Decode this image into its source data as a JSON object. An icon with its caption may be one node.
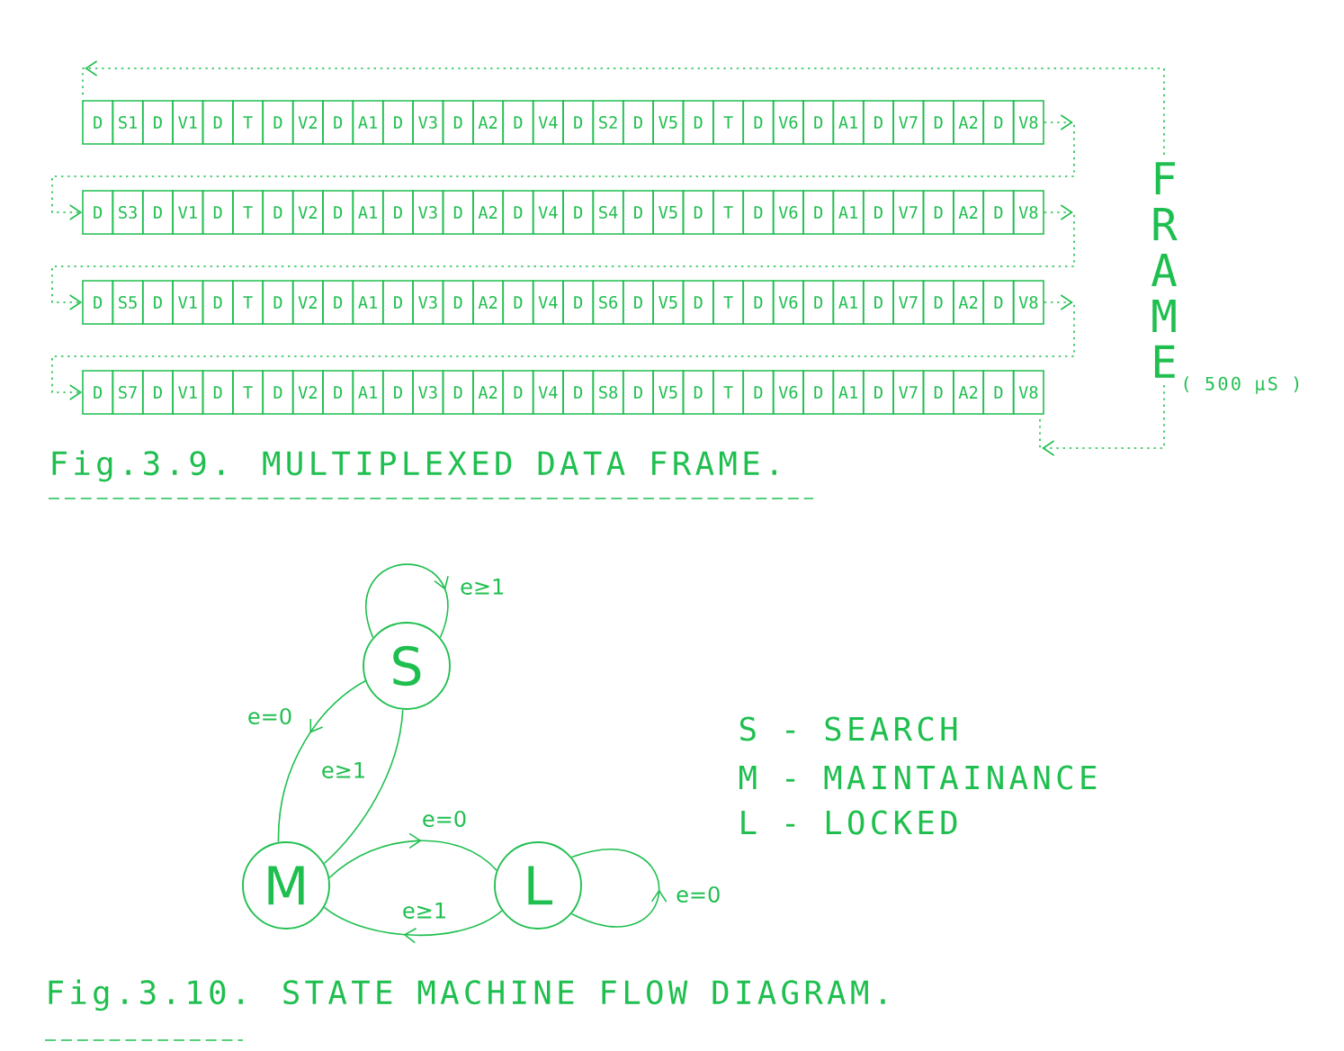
{
  "diagram": {
    "nodes": [
      {
        "text": [
          "D"
        ]
      },
      {
        "text": [
          "S1"
        ]
      },
      {
        "text": [
          "D"
        ]
      },
      {
        "text": [
          "V1"
        ]
      },
      {
        "text": [
          "D"
        ]
      },
      {
        "text": [
          "T"
        ]
      },
      {
        "text": [
          "D"
        ]
      },
      {
        "text": [
          "V2"
        ]
      },
      {
        "text": [
          "D"
        ]
      },
      {
        "text": [
          "A1"
        ]
      },
      {
        "text": [
          "D"
        ]
      },
      {
        "text": [
          "V3"
        ]
      },
      {
        "text": [
          "D"
        ]
      },
      {
        "text": [
          "A2"
        ]
      },
      {
        "text": [
          "D"
        ]
      },
      {
        "text": [
          "V4"
        ]
      },
      {
        "text": [
          "D"
        ]
      },
      {
        "text": [
          "S2"
        ]
      },
      {
        "text": [
          "D"
        ]
      },
      {
        "text": [
          "V5"
        ]
      },
      {
        "text": [
          "D"
        ]
      },
      {
        "text": [
          "T"
        ]
      },
      {
        "text": [
          "D"
        ]
      },
      {
        "text": [
          "V6"
        ]
      },
      {
        "text": [
          "D"
        ]
      },
      {
        "text": [
          "A1"
        ]
      },
      {
        "text": [
          "D"
        ]
      },
      {
        "text": [
          "V7"
        ]
      },
      {
        "text": [
          "D"
        ]
      },
      {
        "text": [
          "A2"
        ]
      },
      {
        "text": [
          "D"
        ]
      },
      {
        "text": [
          "V8"
        ]
      },
      {
        "text": [
          "D"
        ]
      },
      {
        "text": [
          "S3"
        ]
      },
      {
        "text": [
          "D"
        ]
      },
      {
        "text": [
          "V1"
        ]
      },
      {
        "text": [
          "D"
        ]
      },
      {
        "text": [
          "T"
        ]
      },
      {
        "text": [
          "D"
        ]
      },
      {
        "text": [
          "V2"
        ]
      },
      {
        "text": [
          "D"
        ]
      },
      {
        "text": [
          "A1"
        ]
      },
      {
        "text": [
          "D"
        ]
      },
      {
        "text": [
          "V3"
        ]
      },
      {
        "text": [
          "D"
        ]
      },
      {
        "text": [
          "A2"
        ]
      },
      {
        "text": [
          "D"
        ]
      },
      {
        "text": [
          "V4"
        ]
      },
      {
        "text": [
          "D"
        ]
      },
      {
        "text": [
          "S4"
        ]
      },
      {
        "text": [
          "D"
        ]
      },
      {
        "text": [
          "V5"
        ]
      },
      {
        "text": [
          "D"
        ]
      },
      {
        "text": [
          "T"
        ]
      },
      {
        "text": [
          "D"
        ]
      },
      {
        "text": [
          "V6"
        ]
      },
      {
        "text": [
          "D"
        ]
      },
      {
        "text": [
          "A1"
        ]
      },
      {
        "text": [
          "D"
        ]
      },
      {
        "text": [
          "V7"
        ]
      },
      {
        "text": [
          "D"
        ]
      },
      {
        "text": [
          "A2"
        ]
      },
      {
        "text": [
          "D"
        ]
      },
      {
        "text": [
          "V8"
        ]
      },
      {
        "text": [
          "D"
        ]
      },
      {
        "text": [
          "S5"
        ]
      },
      {
        "text": [
          "D"
        ]
      },
      {
        "text": [
          "V1"
        ]
      },
      {
        "text": [
          "D"
        ]
      },
      {
        "text": [
          "T"
        ]
      },
      {
        "text": [
          "D"
        ]
      },
      {
        "text": [
          "V2"
        ]
      },
      {
        "text": [
          "D"
        ]
      },
      {
        "text": [
          "A1"
        ]
      },
      {
        "text": [
          "D"
        ]
      },
      {
        "text": [
          "V3"
        ]
      },
      {
        "text": [
          "D"
        ]
      },
      {
        "text": [
          "A2"
        ]
      },
      {
        "text": [
          "D"
        ]
      },
      {
        "text": [
          "V4"
        ]
      },
      {
        "text": [
          "D"
        ]
      },
      {
        "text": [
          "S6"
        ]
      },
      {
        "text": [
          "D"
        ]
      },
      {
        "text": [
          "V5"
        ]
      },
      {
        "text": [
          "D"
        ]
      },
      {
        "text": [
          "T"
        ]
      },
      {
        "text": [
          "D"
        ]
      },
      {
        "text": [
          "V6"
        ]
      },
      {
        "text": [
          "D"
        ]
      },
      {
        "text": [
          "A1"
        ]
      },
      {
        "text": [
          "D"
        ]
      },
      {
        "text": [
          "V7"
        ]
      },
      {
        "text": [
          "D"
        ]
      },
      {
        "text": [
          "A2"
        ]
      },
      {
        "text": [
          "D"
        ]
      },
      {
        "text": [
          "V8"
        ]
      },
      {
        "text": [
          "D"
        ]
      },
      {
        "text": [
          "S7"
        ]
      },
      {
        "text": [
          "D"
        ]
      },
      {
        "text": [
          "V1"
        ]
      },
      {
        "text": [
          "D"
        ]
      },
      {
        "text": [
          "T"
        ]
      },
      {
        "text": [
          "D"
        ]
      },
      {
        "text": [
          "V2"
        ]
      },
      {
        "text": [
          "D"
        ]
      },
      {
        "text": [
          "A1"
        ]
      },
      {
        "text": [
          "D"
        ]
      },
      {
        "text": [
          "V3"
        ]
      },
      {
        "text": [
          "D"
        ]
      },
      {
        "text": [
          "A2"
        ]
      },
      {
        "text": [
          "D"
        ]
      },
      {
        "text": [
          "V4"
        ]
      },
      {
        "text": [
          "D"
        ]
      },
      {
        "text": [
          "S8"
        ]
      },
      {
        "text": [
          "D"
        ]
      },
      {
        "text": [
          "V5"
        ]
      },
      {
        "text": [
          "D"
        ]
      },
      {
        "text": [
          "T"
        ]
      },
      {
        "text": [
          "D"
        ]
      },
      {
        "text": [
          "V6"
        ]
      },
      {
        "text": [
          "D"
        ]
      },
      {
        "text": [
          "A1"
        ]
      },
      {
        "text": [
          "D"
        ]
      },
      {
        "text": [
          "V7"
        ]
      },
      {
        "text": [
          "D"
        ]
      },
      {
        "text": [
          "A2"
        ]
      },
      {
        "text": [
          "D"
        ]
      },
      {
        "text": [
          "V8"
        ]
      },
      {
        "text": [
          "S"
        ]
      },
      {
        "text": [
          "M"
        ]
      },
      {
        "text": [
          "L"
        ]
      }
    ],
    "edges": [
      {
        "from": 31,
        "to": 32,
        "arrow": "to",
        "style": "dashed"
      },
      {
        "from": 63,
        "to": 64,
        "arrow": "to",
        "style": "dashed"
      },
      {
        "from": 95,
        "to": 96,
        "arrow": "to",
        "style": "dashed"
      },
      {
        "from": 128,
        "to": 128,
        "arrow": "to",
        "label": "e≥1"
      },
      {
        "from": 128,
        "to": 129,
        "arrow": "to",
        "label": "e=0"
      },
      {
        "from": 129,
        "to": 128,
        "arrow": "none",
        "label": "e≥1"
      },
      {
        "from": 129,
        "to": 130,
        "arrow": "to",
        "label": "e=0"
      },
      {
        "from": 130,
        "to": 129,
        "arrow": "to",
        "label": "e≥1"
      },
      {
        "from": 130,
        "to": 130,
        "arrow": "to",
        "label": "e=0"
      }
    ],
    "labels": [
      "FRAME",
      "( 500 μS )",
      "Fig.3.9. MULTIPLEXED DATA FRAME.",
      "S - SEARCH",
      "M - MAINTAINANCE",
      "L - LOCKED",
      "Fig.3.10. STATE MACHINE FLOW DIAGRAM."
    ]
  }
}
